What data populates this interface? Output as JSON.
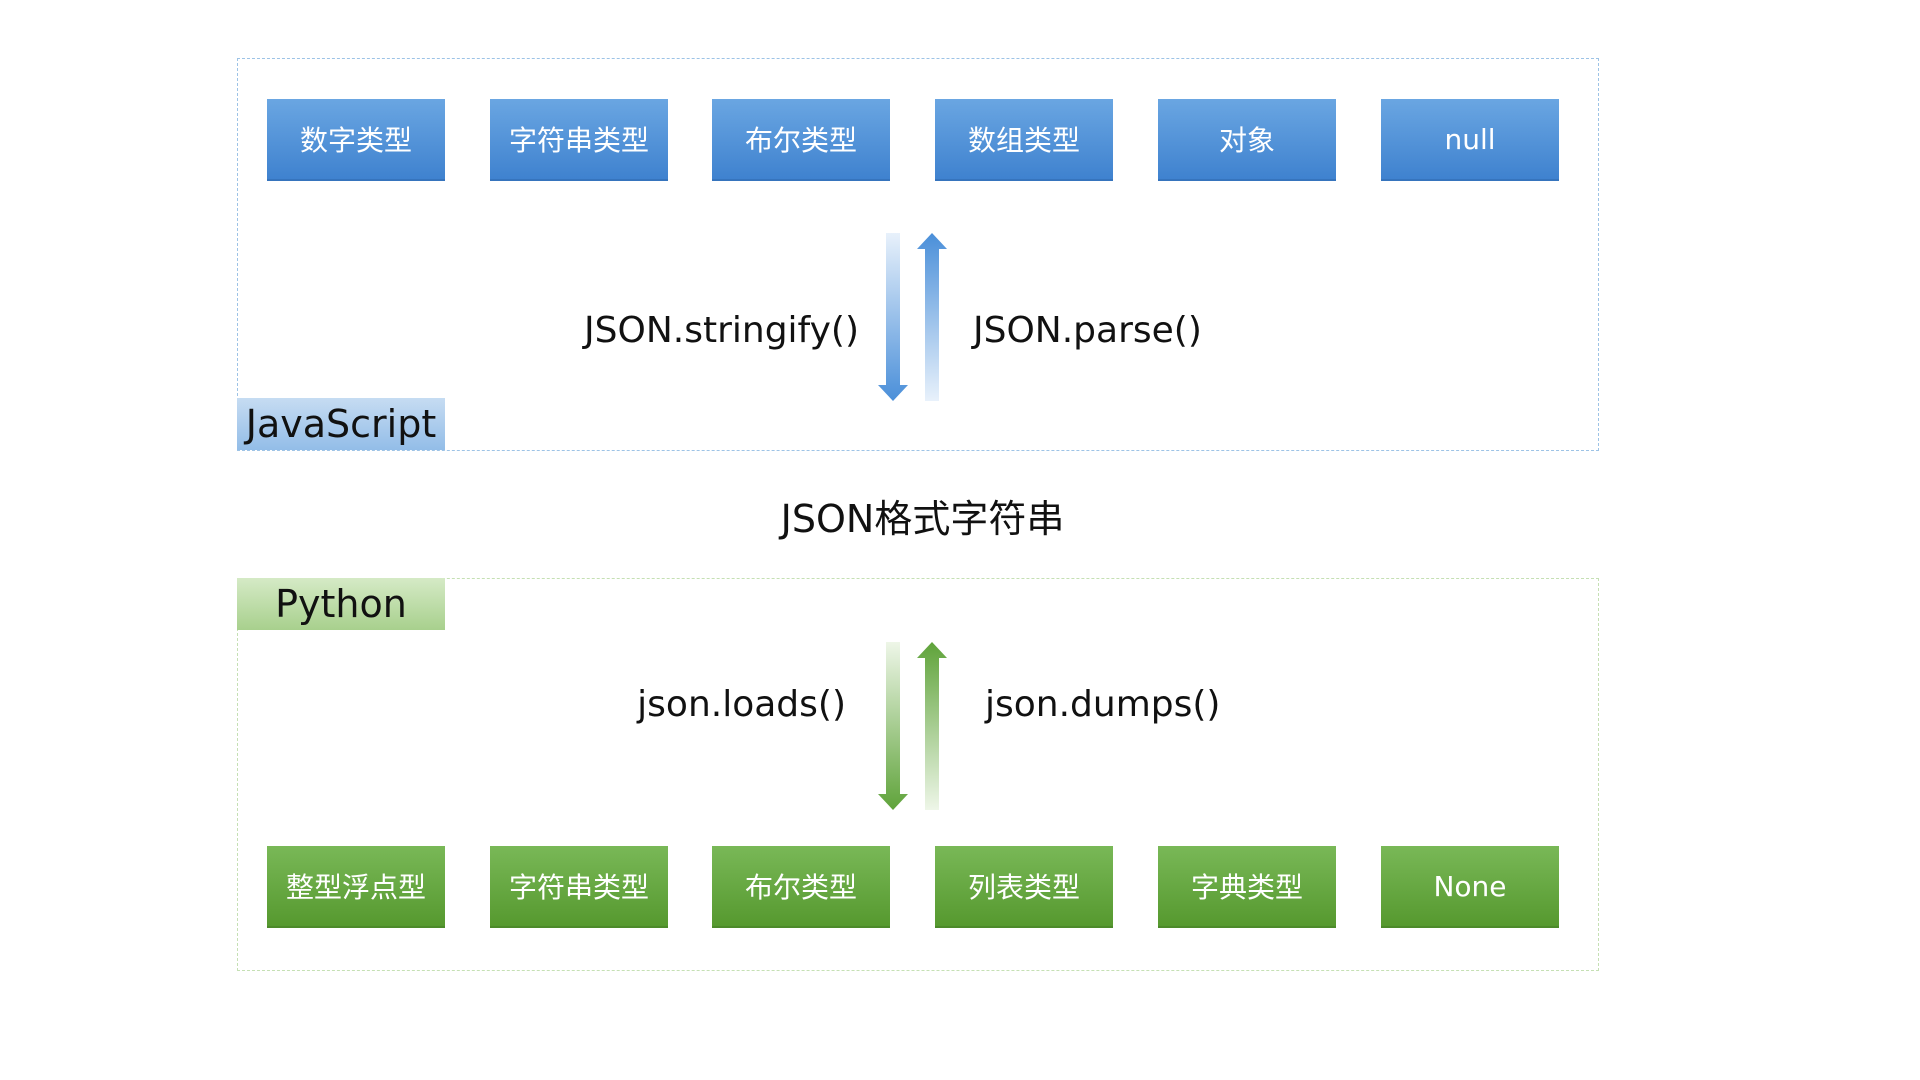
{
  "javascript": {
    "label": "JavaScript",
    "types": [
      "数字类型",
      "字符串类型",
      "布尔类型",
      "数组类型",
      "对象",
      "null"
    ],
    "method_down": "JSON.stringify()",
    "method_up": "JSON.parse()",
    "color": "#4a8fd9"
  },
  "middle": {
    "label": "JSON格式字符串"
  },
  "python": {
    "label": "Python",
    "types": [
      "整型浮点型",
      "字符串类型",
      "布尔类型",
      "列表类型",
      "字典类型",
      "None"
    ],
    "method_down": "json.loads()",
    "method_up": "json.dumps()",
    "color": "#5fa33a"
  }
}
